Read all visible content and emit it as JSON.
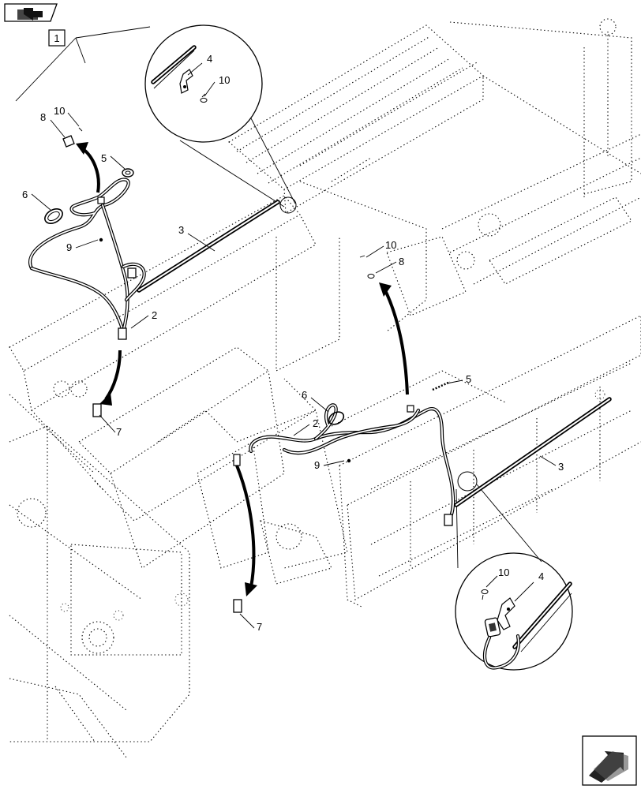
{
  "nav": {
    "previous_icon": "folder-back-arrow-icon",
    "next_icon": "next-page-arrow-icon"
  },
  "assembly_ref": "1",
  "callouts": {
    "n1": "2",
    "n2": "2",
    "n3": "3",
    "n4": "3",
    "n5": "4",
    "n6": "4",
    "n7": "5",
    "n8": "5",
    "n9": "6",
    "n10": "6",
    "n11": "7",
    "n12": "7",
    "n13": "8",
    "n14": "8",
    "n15": "9",
    "n16": "9",
    "n17": "10",
    "n18": "10",
    "n19": "10",
    "n20": "10"
  }
}
